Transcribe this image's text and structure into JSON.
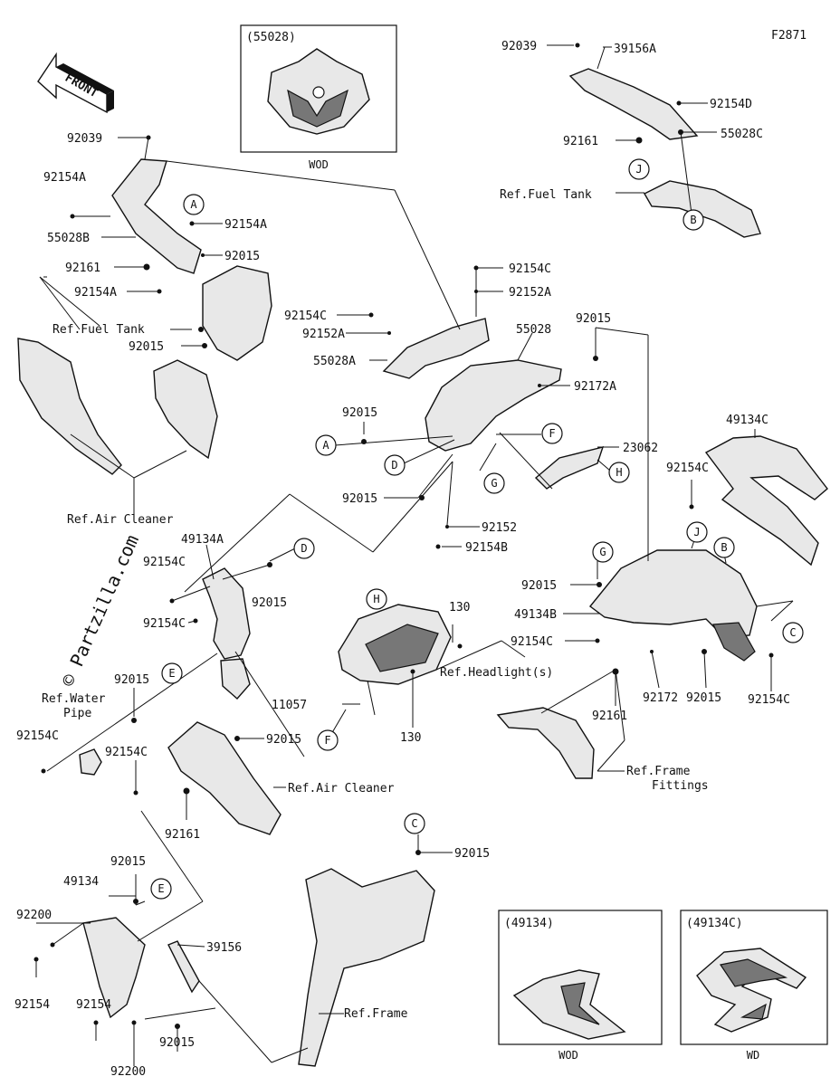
{
  "figure_id": "F2871",
  "watermark": "© Partzilla.com",
  "front_arrow": "FRONT",
  "insets": [
    {
      "code": "(55028)",
      "variant": "WOD"
    },
    {
      "code": "(49134)",
      "variant": "WOD"
    },
    {
      "code": "(49134C)",
      "variant": "WD"
    }
  ],
  "callout_letters": [
    "A",
    "B",
    "C",
    "D",
    "E",
    "F",
    "G",
    "H",
    "J"
  ],
  "labels": {
    "p92039_top": "92039",
    "p39156A": "39156A",
    "p92154D": "92154D",
    "p92161_top": "92161",
    "p55028C": "55028C",
    "ref_fuel_tank_top": "Ref.Fuel Tank",
    "p92039_left": "92039",
    "p92154A_1": "92154A",
    "p92154A_2": "92154A",
    "p55028B": "55028B",
    "p92015_1": "92015",
    "p92161_left": "92161",
    "p92154A_3": "92154A",
    "ref_fuel_tank_left": "Ref.Fuel Tank",
    "p92015_2": "92015",
    "ref_air_cleaner_1": "Ref.Air Cleaner",
    "p92154C_1": "92154C",
    "p92152A_1": "92152A",
    "p92154C_2": "92154C",
    "p92152A_2": "92152A",
    "p55028A": "55028A",
    "p55028": "55028",
    "p92015_3": "92015",
    "p92172A": "92172A",
    "p92015_4": "92015",
    "p23062": "23062",
    "p92015_5": "92015",
    "p92152": "92152",
    "p92154B": "92154B",
    "p49134C": "49134C",
    "p92154C_3": "92154C",
    "p49134A": "49134A",
    "p92154C_4": "92154C",
    "p92015_6": "92015",
    "p92154C_5": "92154C",
    "p92015_7": "92015",
    "ref_water_pipe": "Ref.Water\nPipe",
    "p92154C_6": "92154C",
    "p92154C_7": "92154C",
    "p92015_8": "92015",
    "ref_air_cleaner_2": "Ref.Air Cleaner",
    "p92161_mid": "92161",
    "p130_1": "130",
    "ref_headlights": "Ref.Headlight(s)",
    "p11057": "11057",
    "p130_2": "130",
    "p92015_9": "92015",
    "p49134B": "49134B",
    "p92154C_8": "92154C",
    "p92172": "92172",
    "p92015_10": "92015",
    "p92154C_9": "92154C",
    "p92161_right": "92161",
    "ref_frame_fittings": "Ref.Frame\nFittings",
    "p92015_11": "92015",
    "p92015_12": "92015",
    "p49134": "49134",
    "p92200_1": "92200",
    "p92154_1": "92154",
    "p39156": "39156",
    "p92154_2": "92154",
    "p92015_13": "92015",
    "p92200_2": "92200",
    "ref_frame": "Ref.Frame"
  }
}
